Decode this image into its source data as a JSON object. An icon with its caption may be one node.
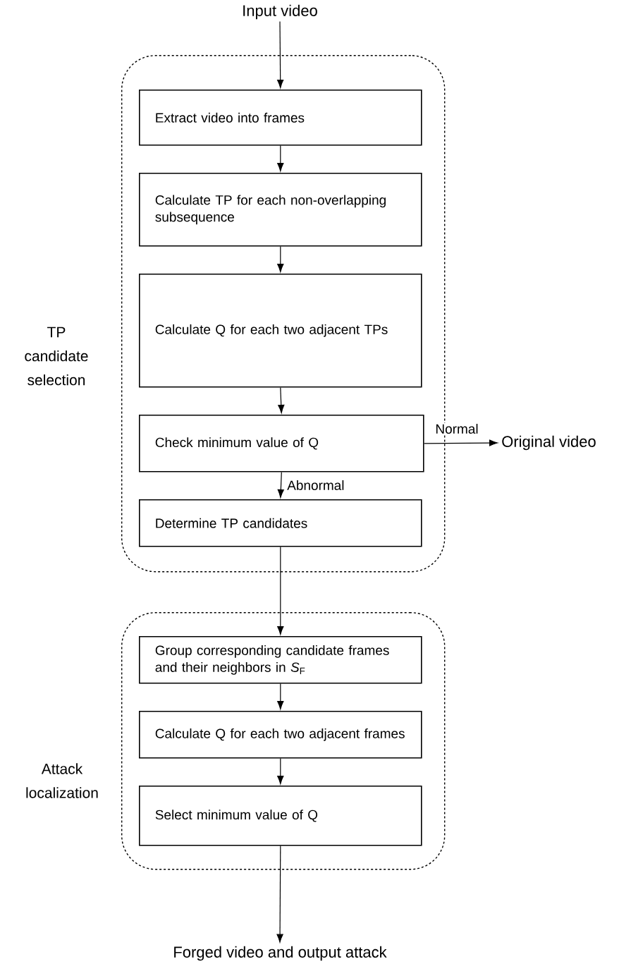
{
  "diagram": {
    "nodes": [
      {
        "text": [
          "TP candidate selection"
        ]
      },
      {
        "text": [
          "Extract video into frames"
        ],
        "in": 0
      },
      {
        "text": [
          "Calculate TP for each non-overlapping subsequence"
        ],
        "in": 0
      },
      {
        "text": [
          "Calculate Q for each two adjacent TPs"
        ],
        "in": 0
      },
      {
        "text": [
          "Check minimum value of Q"
        ],
        "in": 0
      },
      {
        "text": [
          "Determine TP candidates"
        ],
        "in": 0
      },
      {
        "text": [
          "Attack localization"
        ]
      },
      {
        "text": [
          "Group corresponding candidate frames and their neighbors in *S*$_{F}$"
        ],
        "in": 6
      },
      {
        "text": [
          "Calculate Q for each two adjacent frames"
        ],
        "in": 6
      },
      {
        "text": [
          "Select minimum value of Q"
        ],
        "in": 6
      },
      {
        "text": [
          "Input video"
        ]
      },
      {
        "text": [
          "Original video"
        ]
      },
      {
        "text": [
          "Forged video and output attack"
        ]
      }
    ],
    "edges": [
      {
        "from": 10,
        "to": 1,
        "arrow": "to"
      },
      {
        "from": 1,
        "to": 2,
        "arrow": "to"
      },
      {
        "from": 2,
        "to": 3,
        "arrow": "to"
      },
      {
        "from": 3,
        "to": 4,
        "arrow": "to"
      },
      {
        "from": 4,
        "to": 11,
        "arrow": "to",
        "label": "Normal"
      },
      {
        "from": 4,
        "to": 5,
        "arrow": "to",
        "label": "Abnormal"
      },
      {
        "from": 5,
        "to": 7,
        "arrow": "to"
      },
      {
        "from": 7,
        "to": 8,
        "arrow": "to"
      },
      {
        "from": 8,
        "to": 9,
        "arrow": "to"
      },
      {
        "from": 9,
        "to": 12,
        "arrow": "to"
      }
    ]
  }
}
